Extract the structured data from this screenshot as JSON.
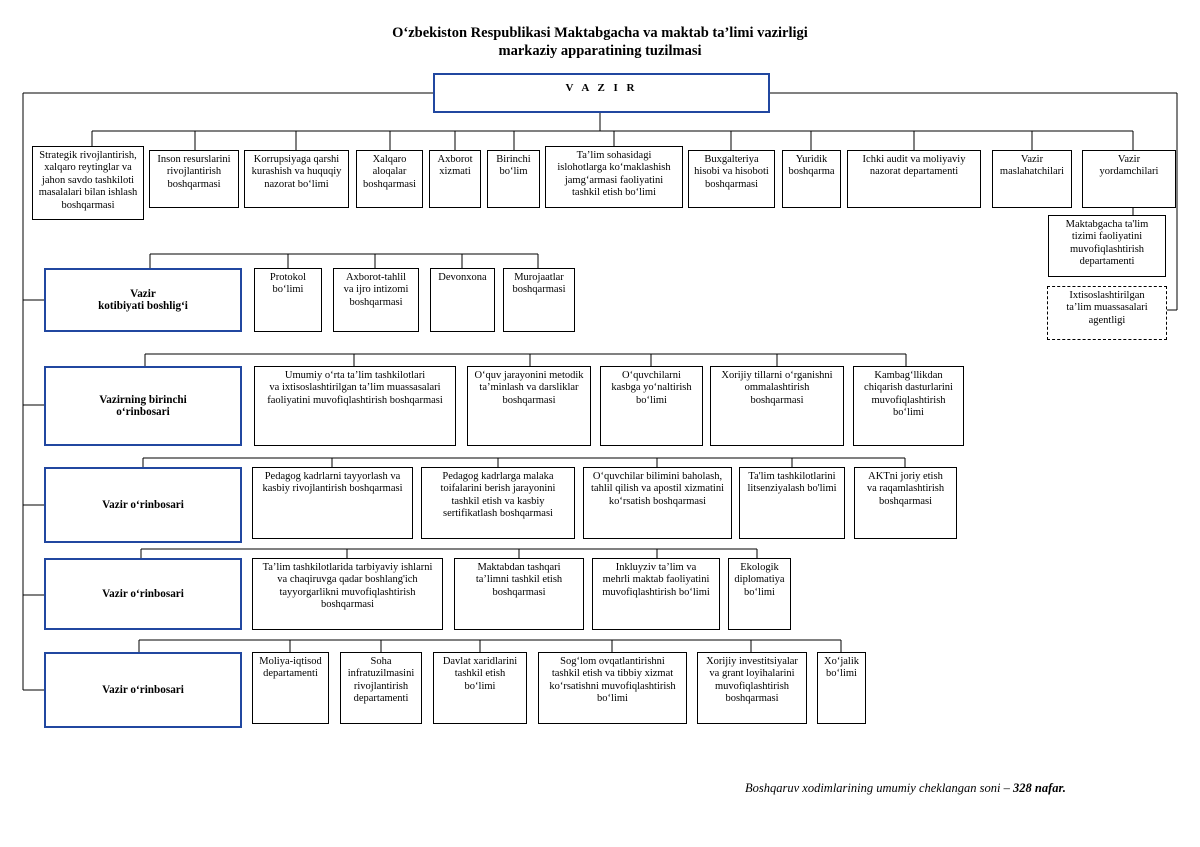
{
  "title_line1": "O‘zbekiston Respublikasi Maktabgacha va maktab ta’limi vazirligi",
  "title_line2": "markaziy apparatining tuzilmasi",
  "minister": "V A Z I R",
  "top_units": [
    "Strategik rivojlantirish,\nxalqaro reytinglar va\njahon savdo tashkiloti\nmasalalari bilan ishlash\nboshqarmasi",
    "Inson resurslarini\nrivojlantirish\nboshqarmasi",
    "Korrupsiyaga qarshi\nkurashish va huquqiy\nnazorat bo‘limi",
    "Xalqaro\naloqalar\nboshqarmasi",
    "Axborot\nxizmati",
    "Birinchi\nbo‘lim",
    "Ta’lim sohasidagi\nislohotlarga ko‘maklashish\njamg‘armasi faoliyatini\ntashkil etish bo‘limi",
    "Buxgalteriya\nhisobi va hisoboti\nboshqarmasi",
    "Yuridik\nboshqarma",
    "Ichki audit va moliyaviy\nnazorat departamenti",
    "Vazir\nmaslahatchilari",
    "Vazir\nyordamchilari"
  ],
  "right_units": [
    "Maktabgacha ta'lim\ntizimi faoliyatini\nmuvofiqlashtirish\ndepartamenti",
    "Ixtisoslashtirilgan\nta’lim muassasalari\nagentligi"
  ],
  "groups": [
    {
      "lead": "Vazir\nkotibiyati boshlig‘i",
      "units": [
        "Protokol\nbo‘limi",
        "Axborot-tahlil\nva ijro intizomi\nboshqarmasi",
        "Devonxona",
        "Murojaatlar\nboshqarmasi"
      ]
    },
    {
      "lead": "Vazirning birinchi\no‘rinbosari",
      "units": [
        "Umumiy o‘rta ta’lim tashkilotlari\nva ixtisoslashtirilgan ta’lim muassasalari\nfaoliyatini muvofiqlashtirish boshqarmasi",
        "O‘quv jarayonini metodik\nta’minlash va darsliklar\nboshqarmasi",
        "O‘quvchilarni\nkasbga yo‘naltirish\nbo‘limi",
        "Xorijiy tillarni o‘rganishni\nommalashtirish\nboshqarmasi",
        "Kambag‘llikdan\nchiqarish dasturlarini\nmuvofiqlashtirish\nbo‘limi"
      ]
    },
    {
      "lead": "Vazir o‘rinbosari",
      "units": [
        "Pedagog kadrlarni tayyorlash va\nkasbiy rivojlantirish boshqarmasi",
        "Pedagog kadrlarga malaka\ntoifalarini berish jarayonini\ntashkil etish va kasbiy\nsertifikatlash boshqarmasi",
        "O‘quvchilar bilimini baholash,\ntahlil qilish va apostil xizmatini\nko‘rsatish boshqarmasi",
        "Ta'lim tashkilotlarini\nlitsenziyalash bo'limi",
        "AKTni joriy etish\nva raqamlashtirish\nboshqarmasi"
      ]
    },
    {
      "lead": "Vazir o‘rinbosari",
      "units": [
        "Ta’lim tashkilotlarida tarbiyaviy ishlarni\nva chaqiruvga qadar boshlang'ich\ntayyorgarlikni muvofiqlashtirish\nboshqarmasi",
        "Maktabdan tashqari\nta’limni tashkil etish\nboshqarmasi",
        "Inkluyziv ta’lim va\nmehrli maktab faoliyatini\nmuvofiqlashtirish bo‘limi",
        "Ekologik\ndiplomatiya\nbo‘limi"
      ]
    },
    {
      "lead": "Vazir o‘rinbosari",
      "units": [
        "Moliya-iqtisod\ndepartamenti",
        "Soha\ninfratuzilmasini\nrivojlantirish\ndepartamenti",
        "Davlat xaridlarini\ntashkil etish\nbo‘limi",
        "Sog‘lom ovqatlantirishni\ntashkil etish va tibbiy xizmat\nko‘rsatishni muvofiqlashtirish\nbo‘limi",
        "Xorijiy investitsiyalar\nva grant loyihalarini\nmuvofiqlashtirish\nboshqarmasi",
        "Xo‘jalik\nbo‘limi"
      ]
    }
  ],
  "footer": {
    "text": "Boshqaruv xodimlarining umumiy cheklangan soni –",
    "count": "328",
    "unit": "nafar."
  },
  "colors": {
    "lead_border": "#2147a0",
    "line": "#000000"
  }
}
